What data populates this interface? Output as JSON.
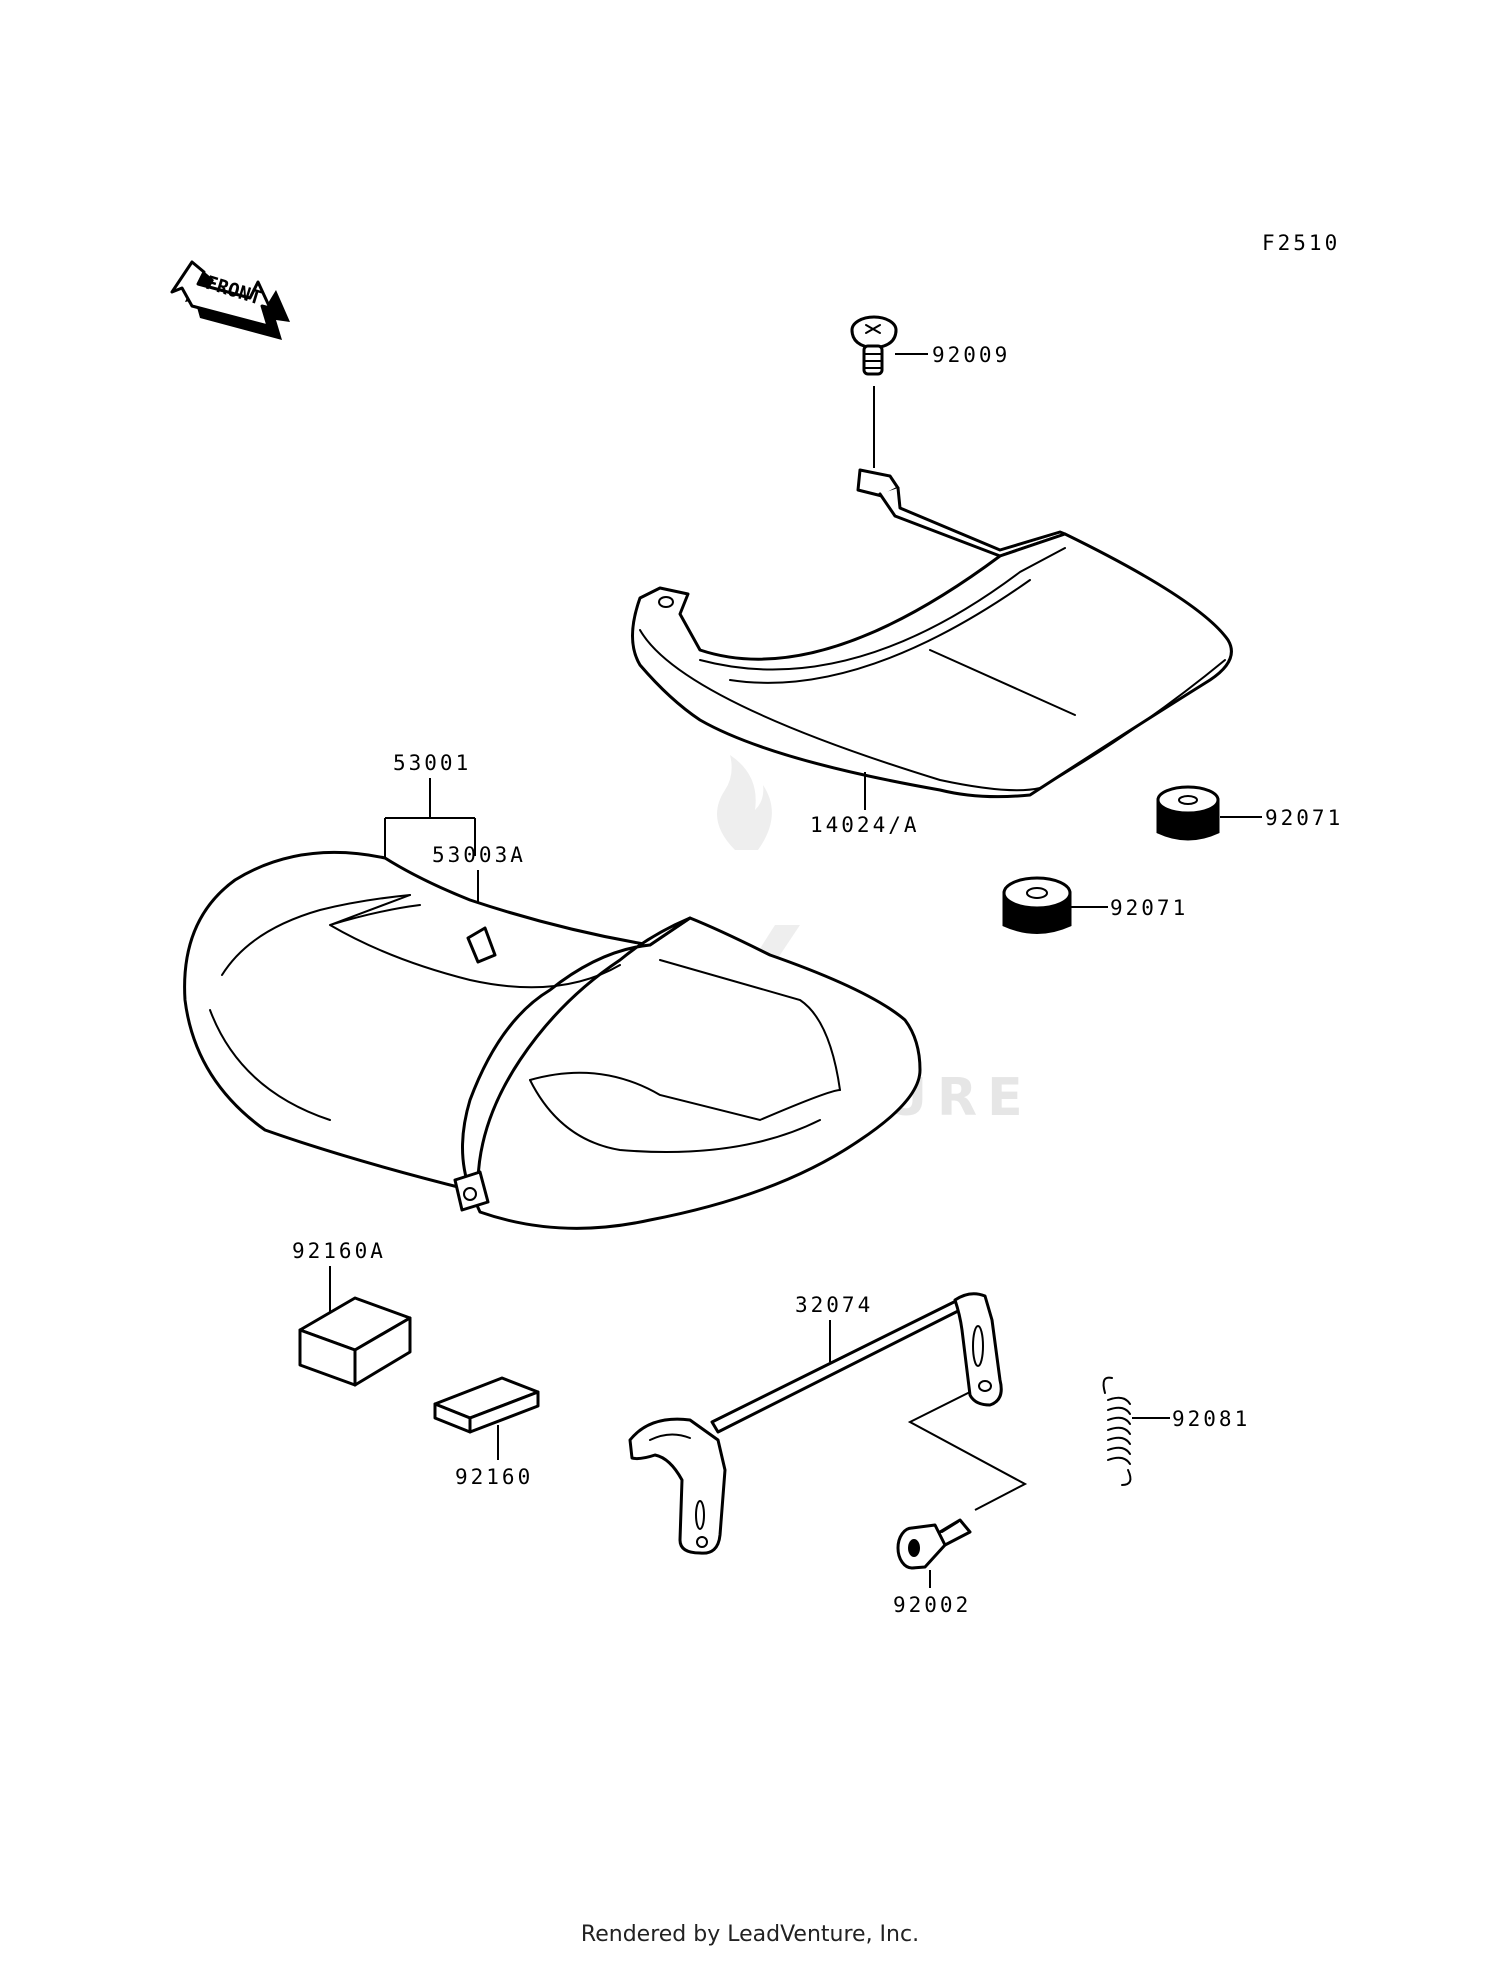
{
  "figure_code": "F2510",
  "front_arrow_label": "FRONT",
  "watermark": "LEADVENTURE",
  "footer": "Rendered by LeadVenture, Inc.",
  "parts": {
    "p92009": "92009",
    "p14024A": "14024/A",
    "p92071_upper": "92071",
    "p92071_lower": "92071",
    "p53001": "53001",
    "p53003A": "53003A",
    "p92160A": "92160A",
    "p92160": "92160",
    "p32074": "32074",
    "p92081": "92081",
    "p92002": "92002"
  }
}
